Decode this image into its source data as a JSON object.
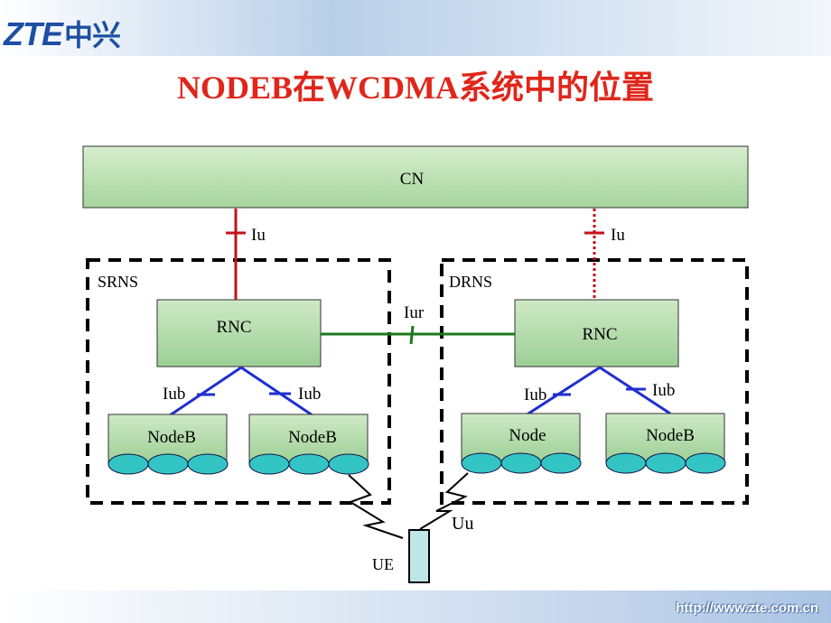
{
  "header": {
    "logo_latin": "ZTE",
    "logo_cn": "中兴"
  },
  "title": "NODEB在WCDMA系统中的位置",
  "footer": {
    "url": "http://www.zte.com.cn"
  },
  "diagram": {
    "cn": "CN",
    "iu_left": "Iu",
    "iu_right": "Iu",
    "srns": "SRNS",
    "drns": "DRNS",
    "rnc_left": "RNC",
    "rnc_right": "RNC",
    "iur": "Iur",
    "iub_1": "Iub",
    "iub_2": "Iub",
    "iub_3": "Iub",
    "iub_4": "Iub",
    "nodeb_1": "NodeB",
    "nodeb_2": "NodeB",
    "nodeb_3": "Node",
    "nodeb_4": "NodeB",
    "uu": "Uu",
    "ue": "UE"
  },
  "colors": {
    "title": "#e0261b",
    "iu_line": "#c0121b",
    "iur_line": "#1a7a1a",
    "iub_line": "#1f2fd0",
    "box_fill": "#b8dcb0",
    "cell_fill": "#33c4c4",
    "ue_fill": "#bfe6e6"
  }
}
